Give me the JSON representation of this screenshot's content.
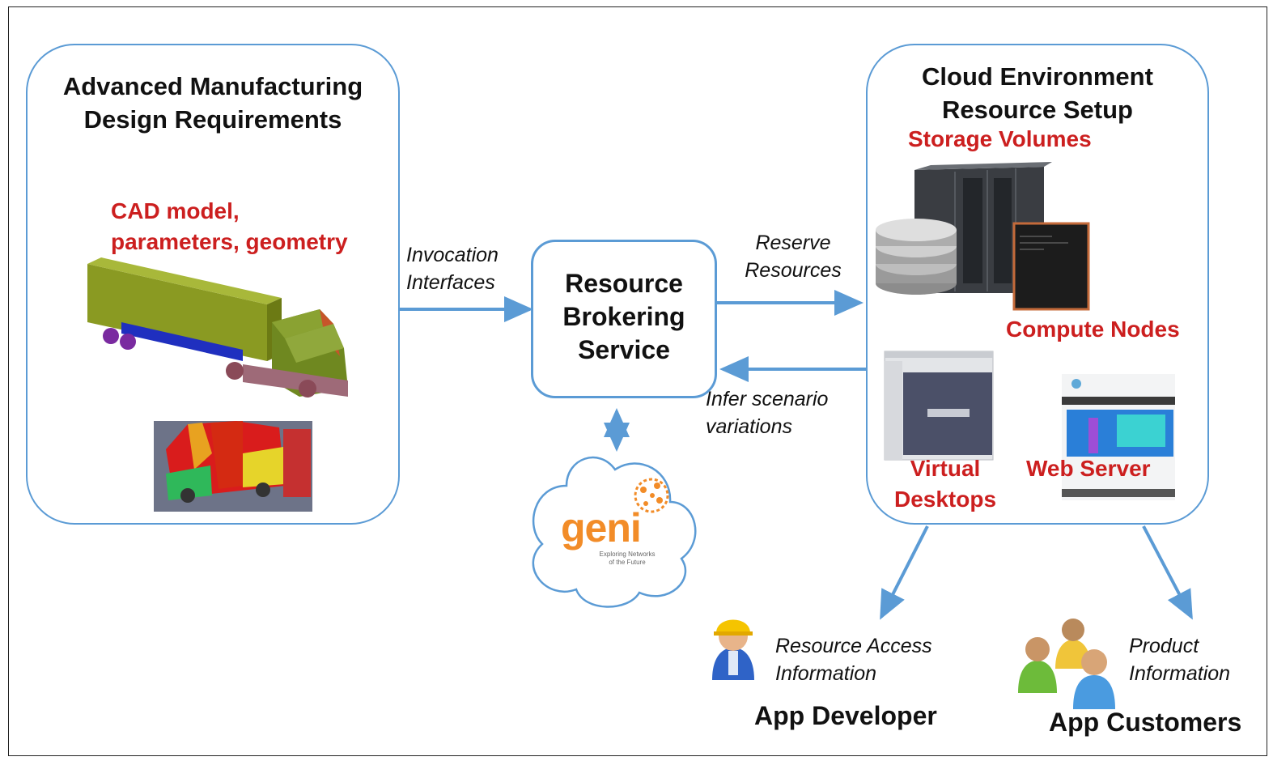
{
  "left_box": {
    "title_lines": [
      "Advanced Manufacturing",
      "Design Requirements"
    ],
    "subtitle_lines": [
      "CAD model,",
      "parameters, geometry"
    ]
  },
  "broker": {
    "label_lines": [
      "Resource",
      "Brokering",
      "Service"
    ]
  },
  "arrows": {
    "invocation_lines": [
      "Invocation",
      "Interfaces"
    ],
    "reserve_lines": [
      "Reserve",
      "Resources"
    ],
    "infer_lines": [
      "Infer scenario",
      "variations"
    ]
  },
  "cloud_box": {
    "title_lines": [
      "Cloud Environment",
      "Resource  Setup"
    ],
    "storage": "Storage Volumes",
    "compute": "Compute Nodes",
    "virtual_lines": [
      "Virtual",
      "Desktops"
    ],
    "web_server": "Web Server"
  },
  "geni": {
    "logo_text": "geni",
    "tagline_lines": [
      "Exploring Networks",
      "of the Future"
    ]
  },
  "developer": {
    "info_lines": [
      "Resource Access",
      "Information"
    ],
    "label": "App Developer"
  },
  "customers": {
    "info_lines": [
      "Product",
      "Information"
    ],
    "label": "App Customers"
  },
  "colors": {
    "box_border": "#5b9bd5",
    "arrow": "#5b9bd5",
    "highlight_text": "#cc1f1f",
    "geni_orange": "#f28c28"
  }
}
